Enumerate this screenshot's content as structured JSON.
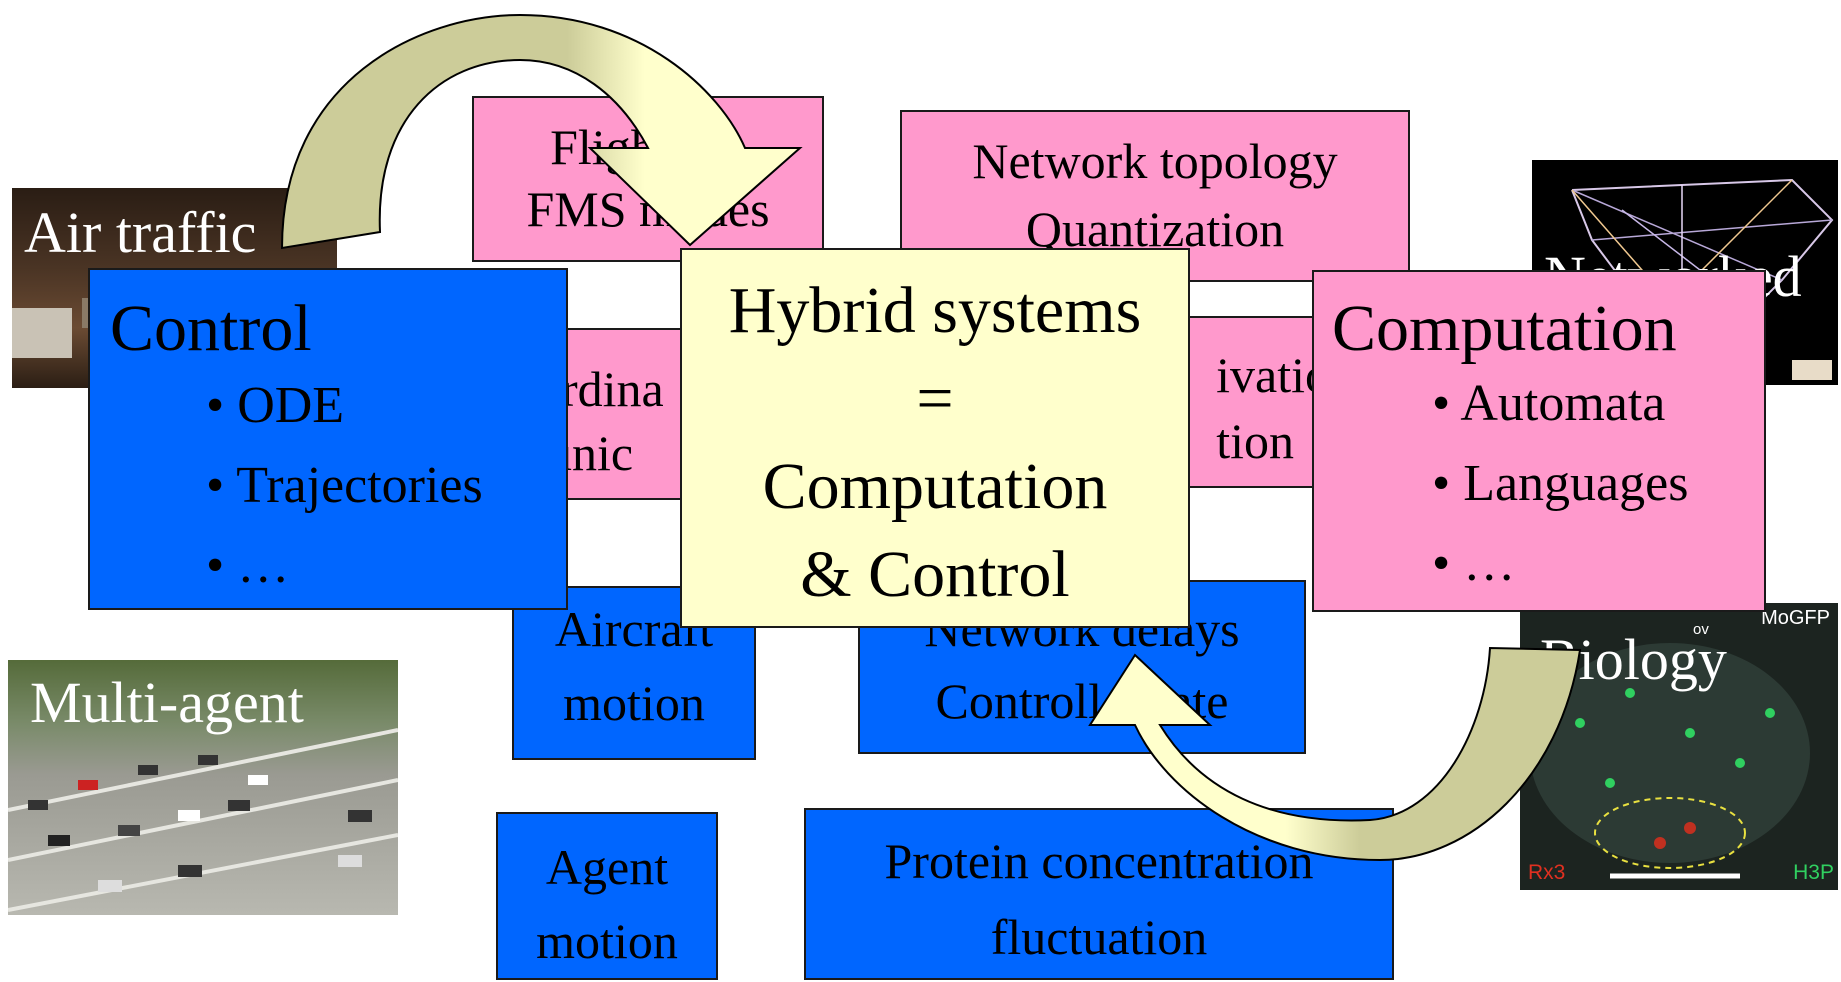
{
  "photos": {
    "air_traffic": "Air traffic",
    "multi_agent": "Multi-agent",
    "networked": "Networked",
    "biology": "Biology",
    "biology_labels": {
      "rx3": "Rx3",
      "h3p": "H3P",
      "mogfp": "MoGFP",
      "ov": "ov"
    }
  },
  "pink_boxes": {
    "flight": [
      "Flight ion",
      "FMS modes"
    ],
    "network": [
      "Network topology",
      "Quantization"
    ],
    "coordination": [
      "rdina",
      "unic"
    ],
    "activation": [
      "ivatio",
      "tion"
    ]
  },
  "blue_boxes": {
    "aircraft": [
      "Aircraft",
      "motion"
    ],
    "network_delays": [
      "Network delays",
      "Controller rate"
    ],
    "agent": [
      "Agent",
      "motion"
    ],
    "protein": [
      "Protein concentration",
      "fluctuation"
    ]
  },
  "control": {
    "title": "Control",
    "items": [
      "• ODE",
      "• Trajectories",
      "•  …"
    ]
  },
  "computation": {
    "title": "Computation",
    "items": [
      "• Automata",
      "• Languages",
      "•  …"
    ]
  },
  "center": {
    "line1": "Hybrid systems",
    "line2": "=",
    "line3": "Computation",
    "line4": "& Control"
  },
  "colors": {
    "pink": "#ff99cc",
    "blue": "#0066ff",
    "center": "#ffffcc",
    "arrow_light": "#ffffcc",
    "arrow_dark": "#cccc99"
  }
}
